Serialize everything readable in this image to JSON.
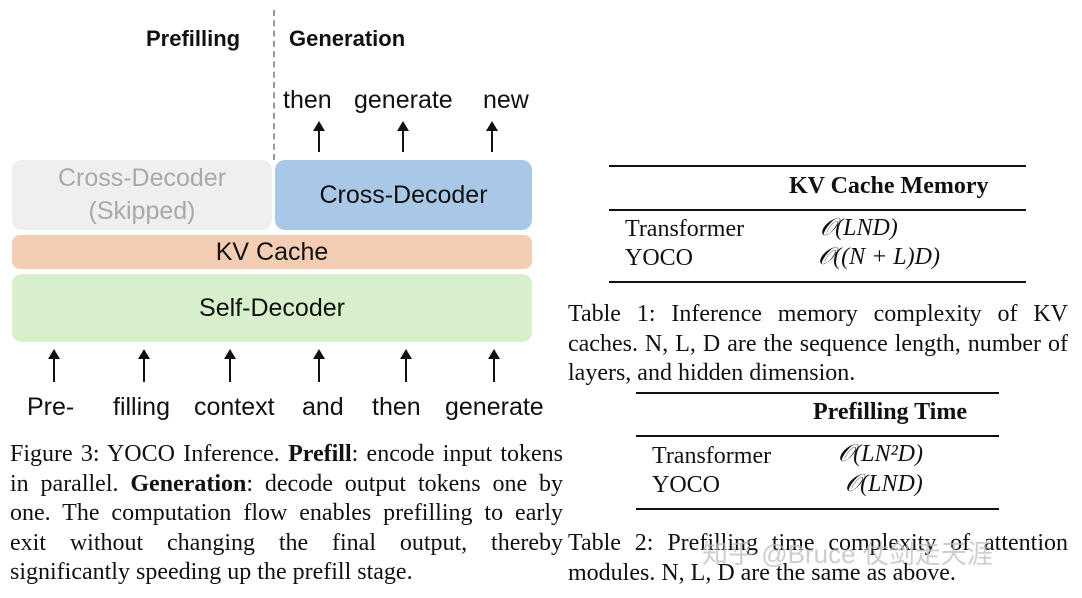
{
  "figure": {
    "phase_left": "Prefilling",
    "phase_right": "Generation",
    "output_tokens": [
      "then",
      "generate",
      "new"
    ],
    "cross_decoder_skipped_line1": "Cross-Decoder",
    "cross_decoder_skipped_line2": "(Skipped)",
    "cross_decoder": "Cross-Decoder",
    "kv_cache": "KV Cache",
    "self_decoder": "Self-Decoder",
    "input_tokens": [
      "Pre-",
      "filling",
      "context",
      "and",
      "then",
      "generate"
    ],
    "colors": {
      "skipped_box": "#efefef",
      "skipped_text": "#a9a9a9",
      "cross_decoder_box": "#a9c8e8",
      "kv_cache_box": "#f3cdb4",
      "self_decoder_box": "#d8efcc",
      "divider": "#9a9a9a"
    }
  },
  "figure_caption": {
    "label": "Figure 3: YOCO Inference.",
    "prefill_bold": "Prefill",
    "prefill_text": ": encode input tokens in parallel.",
    "generation_bold": "Generation",
    "generation_text": ": decode output tokens one by one. The computation flow enables prefilling to early exit without changing the final output, thereby significantly speeding up the prefill stage."
  },
  "table1": {
    "header": "KV Cache Memory",
    "rows": [
      {
        "model": "Transformer",
        "complexity": "𝒪(LND)"
      },
      {
        "model": "YOCO",
        "complexity": "𝒪((N + L)D)"
      }
    ],
    "caption": "Table 1: Inference memory complexity of KV caches. N, L, D are the sequence length, number of layers, and hidden dimension."
  },
  "table2": {
    "header": "Prefilling Time",
    "rows": [
      {
        "model": "Transformer",
        "complexity": "𝒪(LN²D)"
      },
      {
        "model": "YOCO",
        "complexity": "𝒪(LND)"
      }
    ],
    "caption": "Table 2: Prefilling time complexity of attention modules. N, L, D are the same as above."
  },
  "watermark": "知乎 @Bruce 仗剑走天涯"
}
